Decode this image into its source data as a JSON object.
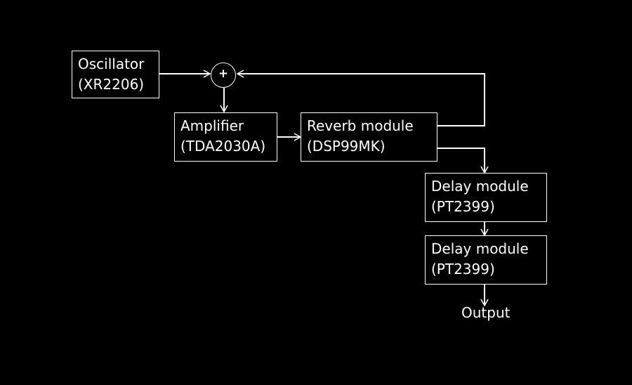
{
  "blocks": {
    "oscillator": {
      "line1": "Oscillator",
      "line2": "(XR2206)"
    },
    "amplifier": {
      "line1": "Amplifier",
      "line2": "(TDA2030A)"
    },
    "reverb": {
      "line1": "Reverb module",
      "line2": "(DSP99MK)"
    },
    "delay1": {
      "line1": "Delay module",
      "line2": "(PT2399)"
    },
    "delay2": {
      "line1": "Delay module",
      "line2": "(PT2399)"
    }
  },
  "summing_junction": {
    "symbol": "+"
  },
  "output_label": "Output",
  "colors": {
    "background": "#000000",
    "foreground": "#ffffff"
  }
}
